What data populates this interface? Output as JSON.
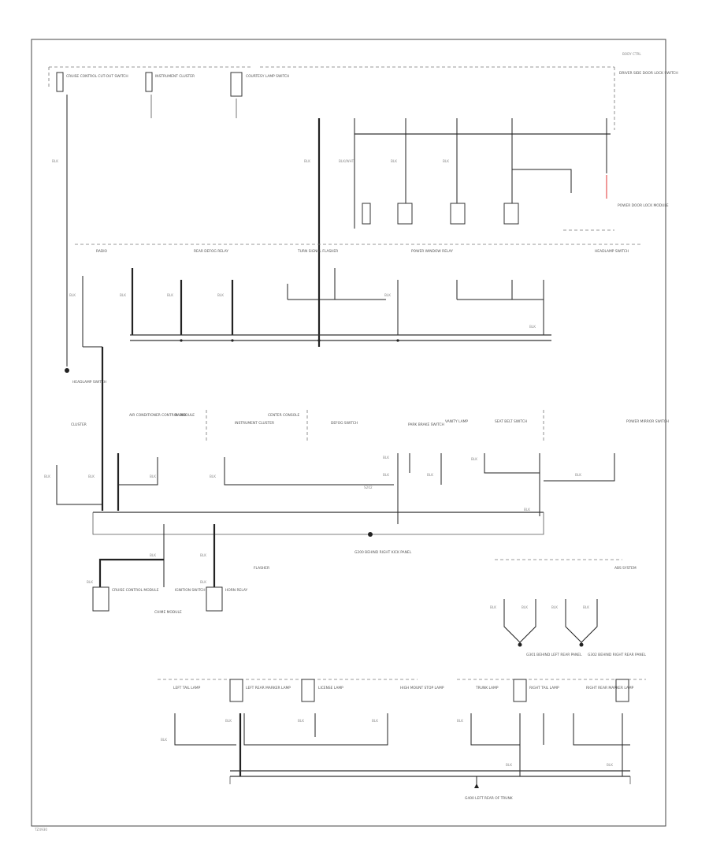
{
  "page": {
    "corner_label": "BODY CTRL",
    "footer_code": "TZ4930"
  },
  "top_row": {
    "components": [
      {
        "name": "CRUISE CONTROL CUT-OUT SWITCH"
      },
      {
        "name": "INSTRUMENT CLUSTER"
      },
      {
        "name": "COURTESY LAMP SWITCH"
      }
    ],
    "right_component": "DRIVER SIDE DOOR LOCK SWITCH",
    "wire_labels": [
      "BLK",
      "BLK",
      "BLK/WHT",
      "BLK",
      "BLK"
    ],
    "relay_label": "POWER DOOR LOCK MODULE"
  },
  "row2": {
    "components": [
      "RADIO",
      "REAR DEFOG RELAY",
      "TURN SIGNAL FLASHER",
      "POWER WINDOW RELAY",
      "HEADLAMP SWITCH"
    ],
    "wire_labels": [
      "BLK",
      "BLK",
      "BLK",
      "BLK",
      "BLK",
      "BLK"
    ]
  },
  "row3": {
    "components": [
      "HEADLAMP SWITCH",
      "CLUSTER",
      "AIR CONDITIONER CONTROL MODULE",
      "RADIO",
      "INSTRUMENT CLUSTER",
      "CENTER CONSOLE",
      "DEFOG SWITCH",
      "PARK BRAKE SWITCH",
      "VANITY LAMP",
      "SEAT BELT SWITCH",
      "POWER MIRROR SWITCH"
    ],
    "wire_labels": [
      "BLK",
      "BLK",
      "BLK",
      "BLK",
      "BLK",
      "BLK",
      "BLK",
      "BLK",
      "BLK",
      "BLK"
    ],
    "ground_label": "G200 BEHIND RIGHT KICK PANEL",
    "bus_label": "S202"
  },
  "row4": {
    "components": [
      "CRUISE CONTROL MODULE",
      "IGNITION SWITCH",
      "HORN RELAY",
      "FLASHER",
      "CHIME MODULE"
    ],
    "wire_labels": [
      "BLK",
      "BLK",
      "BLK",
      "BLK"
    ]
  },
  "right_mid": {
    "title": "ABS SYSTEM",
    "grounds": [
      {
        "label": "G301 BEHIND LEFT REAR PANEL",
        "wires": [
          "BLK",
          "BLK"
        ]
      },
      {
        "label": "G302 BEHIND RIGHT REAR PANEL",
        "wires": [
          "BLK",
          "BLK"
        ]
      }
    ]
  },
  "bottom": {
    "components": [
      "LEFT TAIL LAMP",
      "LEFT REAR MARKER LAMP",
      "LICENSE LAMP",
      "HIGH MOUNT STOP LAMP",
      "TRUNK LAMP",
      "RIGHT TAIL LAMP",
      "RIGHT REAR MARKER LAMP"
    ],
    "wire_labels": [
      "BLK",
      "BLK",
      "BLK",
      "BLK",
      "BLK",
      "BLK",
      "BLK"
    ],
    "ground_label": "G400 LEFT REAR OF TRUNK"
  },
  "colors": {
    "wire": "#222222",
    "highlight": "#e03030",
    "background": "#ffffff"
  }
}
